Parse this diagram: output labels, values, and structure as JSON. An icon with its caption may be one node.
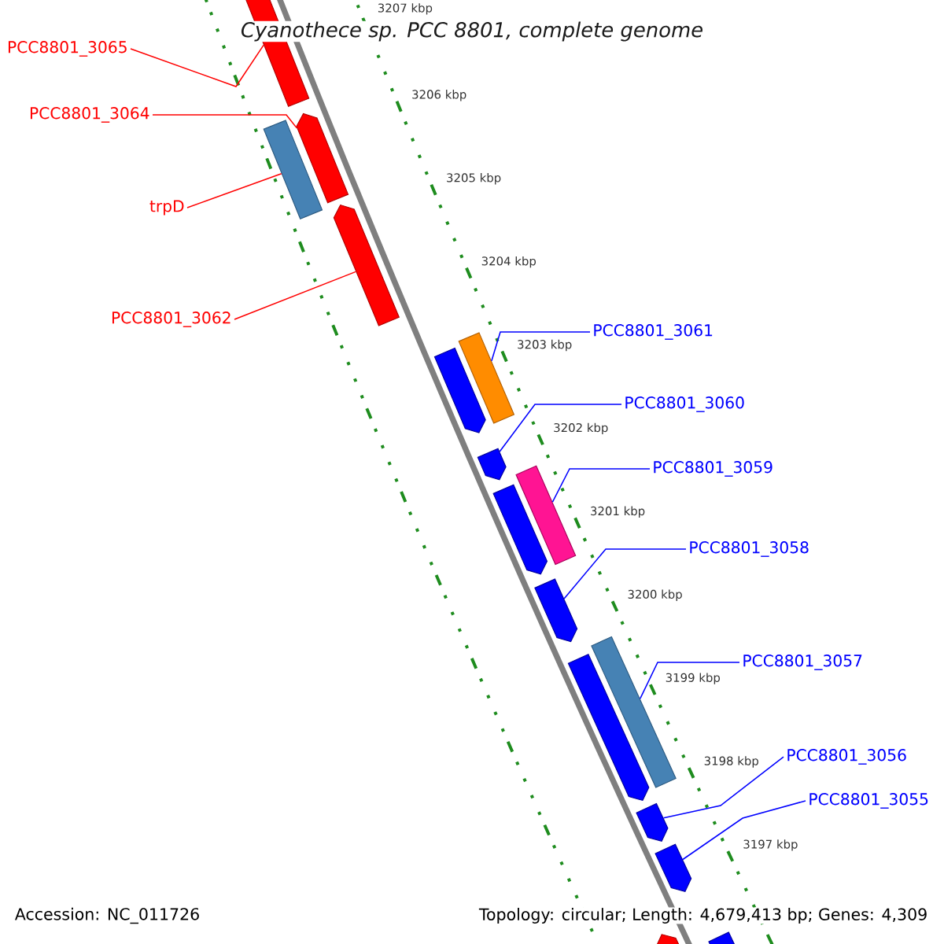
{
  "diagram": {
    "title": "Cyanothece sp. PCC 8801, complete genome",
    "nodes": [
      {
        "text": [
          "PCC8801_3065"
        ]
      },
      {
        "text": [
          "PCC8801_3064"
        ]
      },
      {
        "text": [
          "trpD"
        ]
      },
      {
        "text": [
          "PCC8801_3062"
        ]
      },
      {
        "text": [
          "PCC8801_3061"
        ]
      },
      {
        "text": [
          "PCC8801_3060"
        ]
      },
      {
        "text": [
          "PCC8801_3059"
        ]
      },
      {
        "text": [
          "PCC8801_3058"
        ]
      },
      {
        "text": [
          "PCC8801_3057"
        ]
      },
      {
        "text": [
          "PCC8801_3056"
        ]
      },
      {
        "text": [
          "PCC8801_3055"
        ]
      },
      {
        "text": [],
        "shape": "arrow"
      },
      {
        "text": [],
        "shape": "box"
      },
      {
        "text": [],
        "shape": "arrow"
      },
      {
        "text": [],
        "shape": "arrow"
      },
      {
        "text": [],
        "shape": "arrow"
      },
      {
        "text": [],
        "shape": "box"
      },
      {
        "text": [],
        "shape": "arrow"
      },
      {
        "text": [],
        "shape": "box"
      },
      {
        "text": [],
        "shape": "arrow"
      },
      {
        "text": [],
        "shape": "arrow"
      },
      {
        "text": [],
        "shape": "arrow"
      },
      {
        "text": [],
        "shape": "box"
      },
      {
        "text": [],
        "shape": "arrow"
      },
      {
        "text": [],
        "shape": "arrow"
      },
      {
        "text": [],
        "shape": "arrow"
      },
      {
        "text": [],
        "shape": "arrow"
      }
    ],
    "edges": [
      {
        "from": 0,
        "to": 11,
        "arrow": "none",
        "color": "#ff0000"
      },
      {
        "from": 1,
        "to": 13,
        "arrow": "none",
        "color": "#ff0000"
      },
      {
        "from": 2,
        "to": 12,
        "arrow": "none",
        "color": "#ff0000"
      },
      {
        "from": 3,
        "to": 14,
        "arrow": "none",
        "color": "#ff0000"
      },
      {
        "from": 4,
        "to": 16,
        "arrow": "none"
      },
      {
        "from": 5,
        "to": 17,
        "arrow": "none"
      },
      {
        "from": 6,
        "to": 18,
        "arrow": "none"
      },
      {
        "from": 7,
        "to": 20,
        "arrow": "none"
      },
      {
        "from": 8,
        "to": 22,
        "arrow": "none"
      },
      {
        "from": 9,
        "to": 23,
        "arrow": "none"
      },
      {
        "from": 10,
        "to": 24,
        "arrow": "none"
      }
    ],
    "labels": [
      "3207 kbp",
      "3206 kbp",
      "3205 kbp",
      "3204 kbp",
      "3203 kbp",
      "3202 kbp",
      "3201 kbp",
      "3200 kbp",
      "3199 kbp",
      "3198 kbp",
      "3197 kbp",
      "Accession: NC_011726",
      "Topology: circular; Length: 4,679,413 bp; Genes: 4,309"
    ]
  }
}
